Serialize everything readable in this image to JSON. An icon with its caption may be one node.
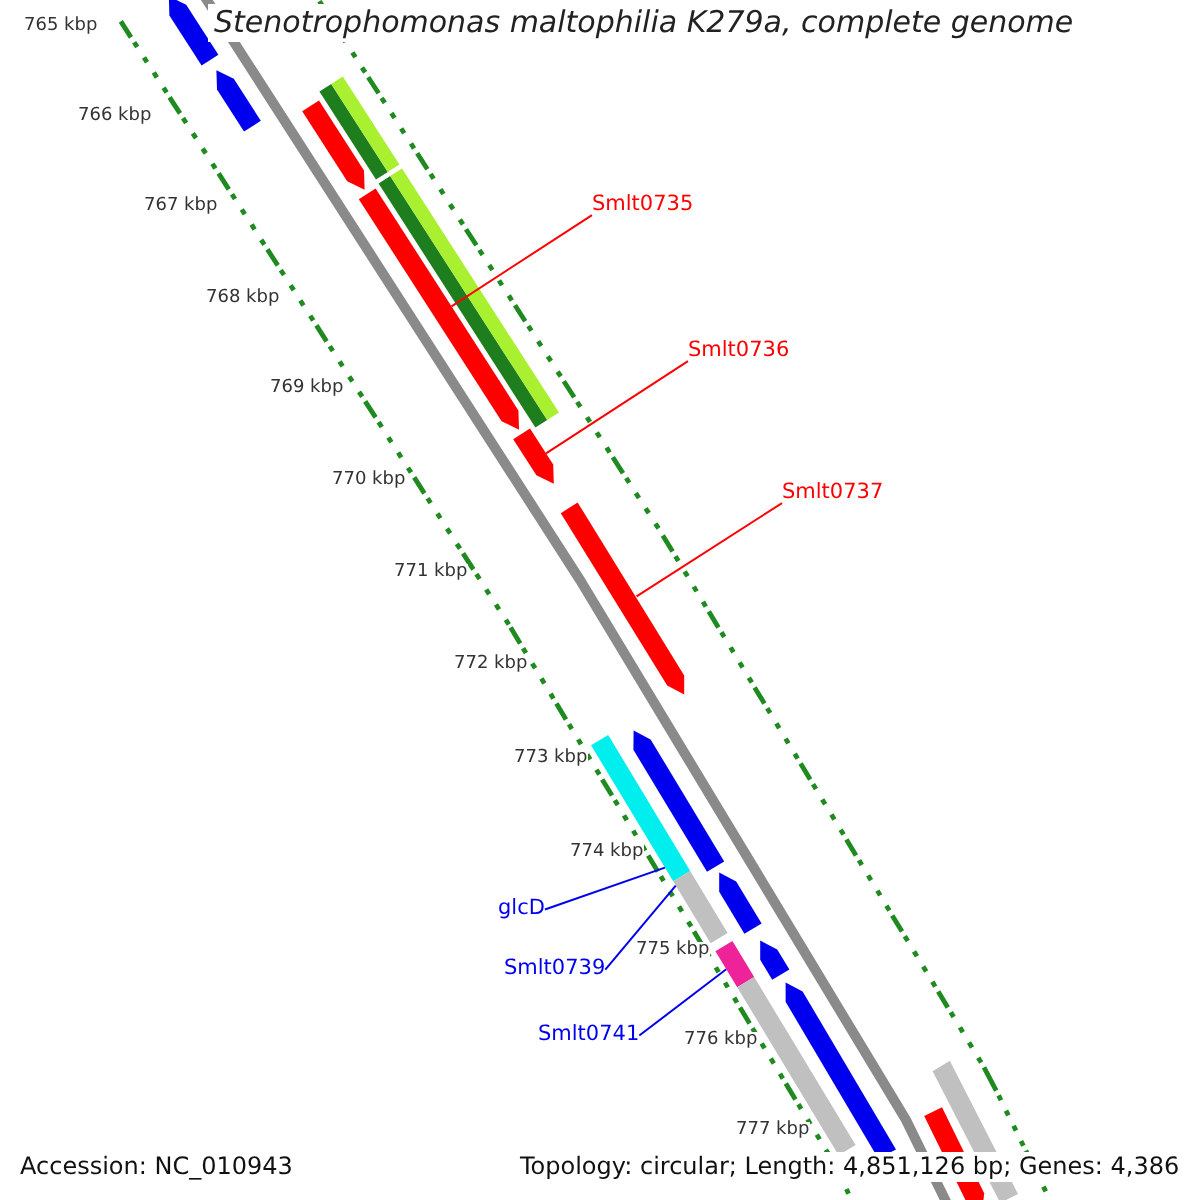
{
  "diagram": {
    "title": "Stenotrophomonas maltophilia K279a, complete genome",
    "nodes": [
      {
        "text": [
          "Smlt0735"
        ]
      },
      {
        "text": [],
        "shape": "bar"
      },
      {
        "text": [
          "Smlt0736"
        ]
      },
      {
        "text": [],
        "shape": "bar"
      },
      {
        "text": [
          "Smlt0737"
        ]
      },
      {
        "text": [],
        "shape": "bar"
      },
      {
        "text": [
          "glcD"
        ]
      },
      {
        "text": [],
        "shape": "bar"
      },
      {
        "text": [
          "Smlt0739"
        ]
      },
      {
        "text": [],
        "shape": "bar"
      },
      {
        "text": [
          "Smlt0741"
        ]
      },
      {
        "text": [],
        "shape": "bar"
      },
      {
        "text": [],
        "shape": "bar"
      },
      {
        "text": [],
        "shape": "bar"
      },
      {
        "text": [],
        "shape": "bar"
      },
      {
        "text": [],
        "shape": "bar"
      },
      {
        "text": [],
        "shape": "bar"
      },
      {
        "text": [],
        "shape": "bar"
      },
      {
        "text": [],
        "shape": "bar"
      },
      {
        "text": [],
        "shape": "bar"
      },
      {
        "text": [],
        "shape": "bar"
      },
      {
        "text": [],
        "shape": "bar"
      },
      {
        "text": [],
        "shape": "bar"
      },
      {
        "text": [],
        "shape": "bar"
      },
      {
        "text": [],
        "shape": "bar"
      },
      {
        "text": [],
        "shape": "bar"
      }
    ],
    "edges": [
      {
        "from": 0,
        "to": 1,
        "arrow": "none"
      },
      {
        "from": 2,
        "to": 3,
        "arrow": "none"
      },
      {
        "from": 4,
        "to": 5,
        "arrow": "none"
      },
      {
        "from": 6,
        "to": 7,
        "arrow": "none",
        "color": "#0000ee"
      },
      {
        "from": 8,
        "to": 9,
        "arrow": "none",
        "color": "#0000ee"
      },
      {
        "from": 10,
        "to": 11,
        "arrow": "none",
        "color": "#0000ee"
      }
    ],
    "labels": [
      "765 kbp",
      "766 kbp",
      "767 kbp",
      "768 kbp",
      "769 kbp",
      "770 kbp",
      "771 kbp",
      "772 kbp",
      "773 kbp",
      "774 kbp",
      "775 kbp",
      "776 kbp",
      "777 kbp",
      "Accession: NC_010943",
      "Topology: circular; Length: 4,851,126 bp; Genes: 4,386"
    ]
  }
}
